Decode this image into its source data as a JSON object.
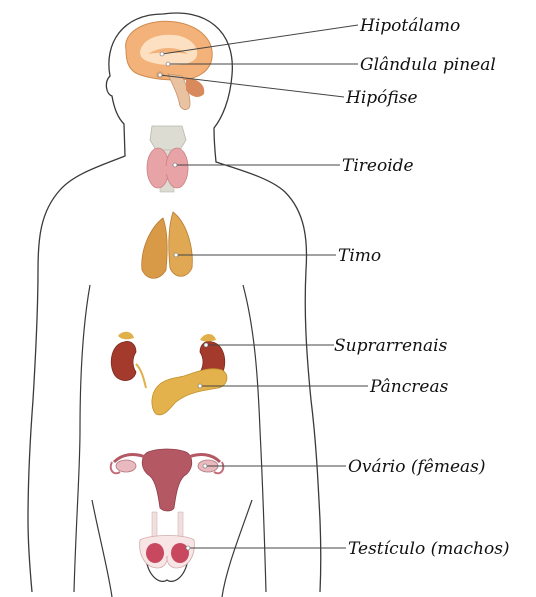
{
  "labels": [
    "Hipotálamo",
    "Glândula pineal",
    "Hipófise",
    "Tireoide",
    "Timo",
    "Suprarrenais",
    "Pâncreas",
    "Ovário (fêmeas)",
    "Testículo (machos)"
  ],
  "colors": {
    "outline": "#3a3a3a",
    "brain": "#f3b27a",
    "brain_light": "#fde0c2",
    "thyroid": "#e7a3a6",
    "trachea": "#dcdcd2",
    "thymus": "#d99a48",
    "kidney": "#a33a2c",
    "pancreas": "#e3b24d",
    "uterus": "#b45864",
    "testis": "#c8485f"
  }
}
